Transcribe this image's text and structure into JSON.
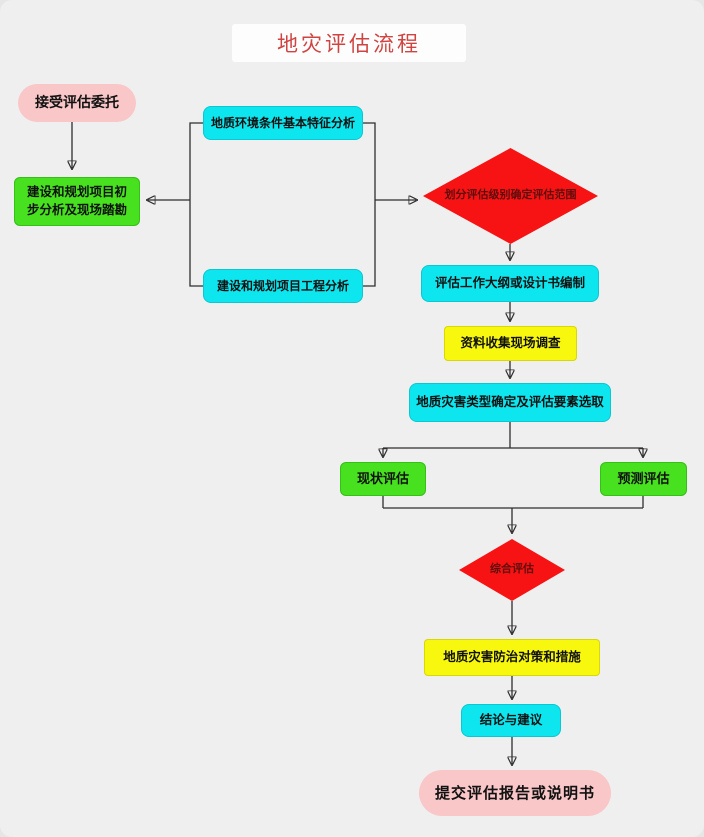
{
  "title": "地灾评估流程",
  "nodes": {
    "start": {
      "label": "接受评估委托"
    },
    "preliminary": {
      "label": "建设和规划项目初步分析及现场踏勘"
    },
    "geo_env": {
      "label": "地质环境条件基本特征分析"
    },
    "project_analysis": {
      "label": "建设和规划项目工程分析"
    },
    "grade_decision": {
      "label": "划分评估级别确定评估范围"
    },
    "outline": {
      "label": "评估工作大纲或设计书编制"
    },
    "data_collection": {
      "label": "资料收集现场调查"
    },
    "disaster_type": {
      "label": "地质灾害类型确定及评估要素选取"
    },
    "current": {
      "label": "现状评估"
    },
    "predict": {
      "label": "预测评估"
    },
    "comprehensive": {
      "label": "综合评估"
    },
    "countermeasures": {
      "label": "地质灾害防治对策和措施"
    },
    "conclusion": {
      "label": "结论与建议"
    },
    "submit": {
      "label": "提交评估报告或说明书"
    }
  },
  "colors": {
    "background": "#f0eff0",
    "title_text": "#cf4442",
    "pink": "#f9c7c8",
    "green": "#47e11f",
    "cyan": "#0de6ee",
    "yellow": "#f8f80e",
    "red": "#f71313",
    "diamond_text": "#5e0d0d",
    "connector": "#2e2e2e"
  }
}
